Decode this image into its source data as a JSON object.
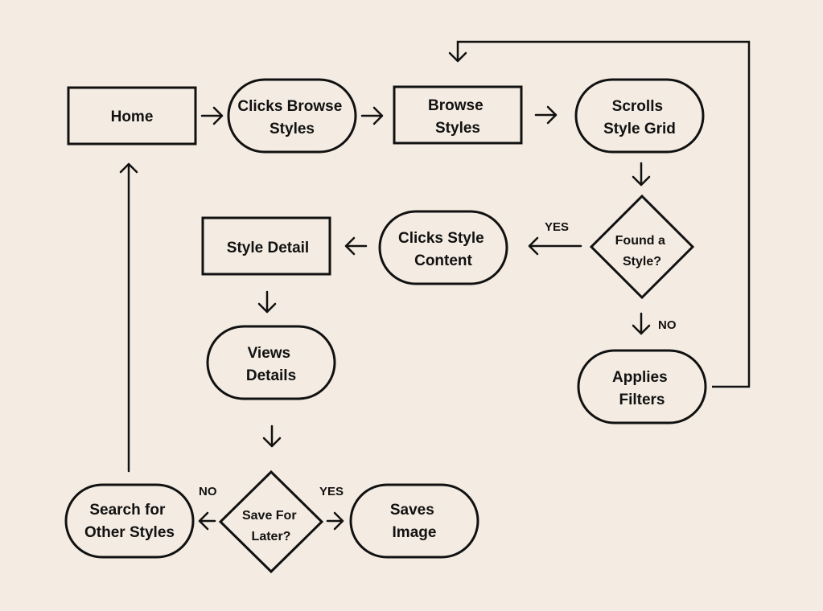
{
  "diagram": {
    "nodes": {
      "home": {
        "lines": [
          "Home"
        ]
      },
      "clicks_browse": {
        "lines": [
          "Clicks Browse",
          "Styles"
        ]
      },
      "browse_styles": {
        "lines": [
          "Browse",
          "Styles"
        ]
      },
      "scrolls_grid": {
        "lines": [
          "Scrolls",
          "Style Grid"
        ]
      },
      "found_style": {
        "lines": [
          "Found a",
          "Style?"
        ]
      },
      "clicks_content": {
        "lines": [
          "Clicks Style",
          "Content"
        ]
      },
      "style_detail": {
        "lines": [
          "Style Detail"
        ]
      },
      "applies_filters": {
        "lines": [
          "Applies",
          "Filters"
        ]
      },
      "views_details": {
        "lines": [
          "Views",
          "Details"
        ]
      },
      "save_later": {
        "lines": [
          "Save For",
          "Later?"
        ]
      },
      "saves_image": {
        "lines": [
          "Saves",
          "Image"
        ]
      },
      "search_other": {
        "lines": [
          "Search for",
          "Other Styles"
        ]
      }
    },
    "labels": {
      "found_yes": "YES",
      "found_no": "NO",
      "save_yes": "YES",
      "save_no": "NO"
    }
  }
}
